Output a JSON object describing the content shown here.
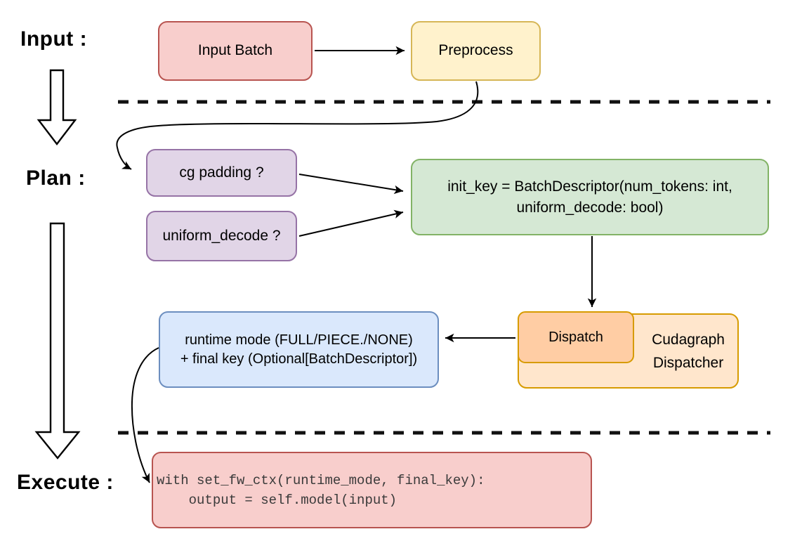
{
  "labels": {
    "input": "Input :",
    "plan": "Plan :",
    "execute": "Execute :"
  },
  "nodes": {
    "input_batch": {
      "label": "Input Batch"
    },
    "preprocess": {
      "label": "Preprocess"
    },
    "cg_padding": {
      "label": "cg padding ?"
    },
    "uniform_decode": {
      "label": "uniform_decode ?"
    },
    "init_key": {
      "line1": "init_key = BatchDescriptor(num_tokens: int,",
      "line2": "uniform_decode: bool)"
    },
    "runtime_mode": {
      "line1": "runtime mode (FULL/PIECE./NONE)",
      "line2": "+ final key (Optional[BatchDescriptor])"
    },
    "dispatch": {
      "label": "Dispatch"
    },
    "cudagraph_dispatcher": {
      "line1": "Cudagraph",
      "line2": "Dispatcher"
    },
    "execute_code": {
      "line1": "with set_fw_ctx(runtime_mode, final_key):",
      "line2": "    output = self.model(input)"
    }
  },
  "palette": {
    "red_fill": "#F8CECC",
    "red_stroke": "#B85450",
    "yellow_fill": "#FFF2CC",
    "yellow_stroke": "#D6B656",
    "purple_fill": "#E1D5E7",
    "purple_stroke": "#9673A6",
    "green_fill": "#D5E8D4",
    "green_stroke": "#82B366",
    "blue_fill": "#DAE8FC",
    "blue_stroke": "#6C8EBF",
    "orange_fill": "#FFE6CC",
    "orange_fill_dark": "#FFCDA4",
    "orange_stroke": "#D79B00",
    "edge_color": "#000000"
  }
}
